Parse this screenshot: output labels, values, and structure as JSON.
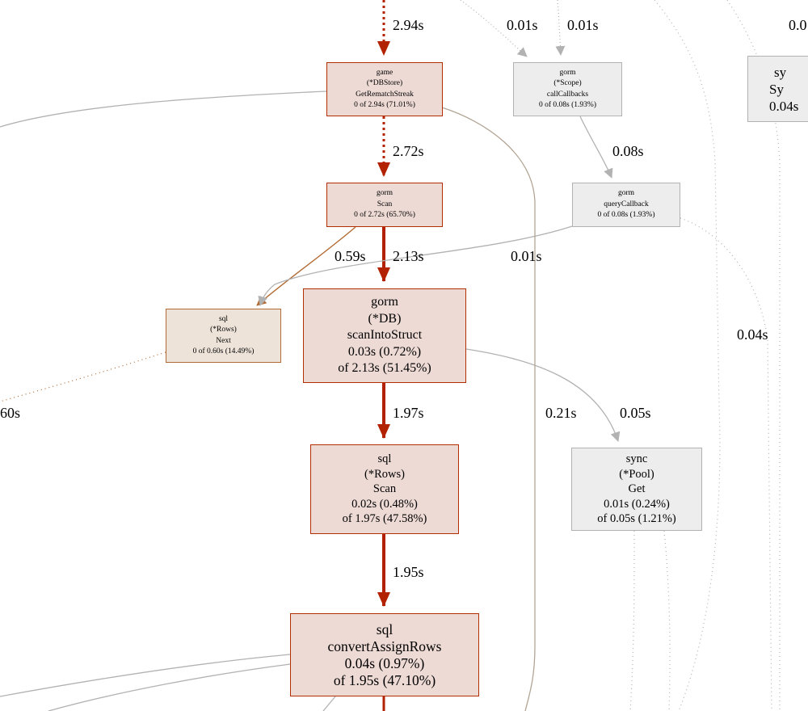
{
  "nodes": {
    "get_rematch": [
      "game",
      "(*DBStore)",
      "GetRematchStreak",
      "0 of 2.94s (71.01%)"
    ],
    "gorm_scan": [
      "gorm",
      "Scan",
      "0 of 2.72s (65.70%)"
    ],
    "scan_into_struct": [
      "gorm",
      "(*DB)",
      "scanIntoStruct",
      "0.03s (0.72%)",
      "of 2.13s (51.45%)"
    ],
    "rows_next": [
      "sql",
      "(*Rows)",
      "Next",
      "0 of 0.60s (14.49%)"
    ],
    "rows_scan": [
      "sql",
      "(*Rows)",
      "Scan",
      "0.02s (0.48%)",
      "of 1.97s (47.58%)"
    ],
    "convert_assign": [
      "sql",
      "convertAssignRows",
      "0.04s (0.97%)",
      "of 1.95s (47.10%)"
    ],
    "call_callbacks": [
      "gorm",
      "(*Scope)",
      "callCallbacks",
      "0 of 0.08s (1.93%)"
    ],
    "query_callback": [
      "gorm",
      "queryCallback",
      "0 of 0.08s (1.93%)"
    ],
    "pool_get": [
      "sync",
      "(*Pool)",
      "Get",
      "0.01s (0.24%)",
      "of 0.05s (1.21%)"
    ],
    "sync_partial": [
      "sy",
      "Sy",
      "0.04s"
    ]
  },
  "edge_labels": {
    "top_in": "2.94s",
    "rematch_to_scan": "2.72s",
    "scan_to_next": "0.59s",
    "scan_to_struct": "2.13s",
    "query_to_next": "0.01s",
    "struct_to_rows_scan": "1.97s",
    "rows_scan_to_convert": "1.95s",
    "callbacks_in_a": "0.01s",
    "callbacks_in_b": "0.01s",
    "callbacks_to_query": "0.08s",
    "struct_to_pool": "0.05s",
    "rematch_long": "0.21s",
    "right_dotted": "0.04s",
    "left_dotted": "60s",
    "top_right": "0.0"
  },
  "colors": {
    "hot_edge": "#b22200",
    "warm_edge": "#b26b34",
    "cold_edge": "#b2b2b2",
    "tan_edge": "#b2a595",
    "hot_fill": "#eddad5",
    "warm_fill": "#ede3d9",
    "cold_fill": "#ededed"
  }
}
